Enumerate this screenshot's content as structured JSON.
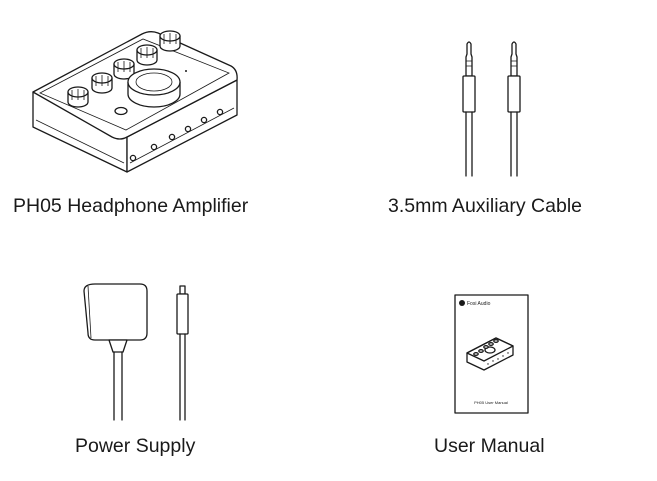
{
  "items": [
    {
      "caption": "PH05 Headphone Amplifier",
      "icon": "headphone-amplifier-icon"
    },
    {
      "caption": "3.5mm Auxiliary Cable",
      "icon": "aux-cable-icon"
    },
    {
      "caption": "Power Supply",
      "icon": "power-supply-icon"
    },
    {
      "caption": "User Manual",
      "icon": "user-manual-icon"
    }
  ],
  "manual": {
    "brand": "Fosi Audio",
    "title": "PH05 User Manual"
  },
  "colors": {
    "line": "#1a1a1a",
    "background": "#ffffff"
  }
}
